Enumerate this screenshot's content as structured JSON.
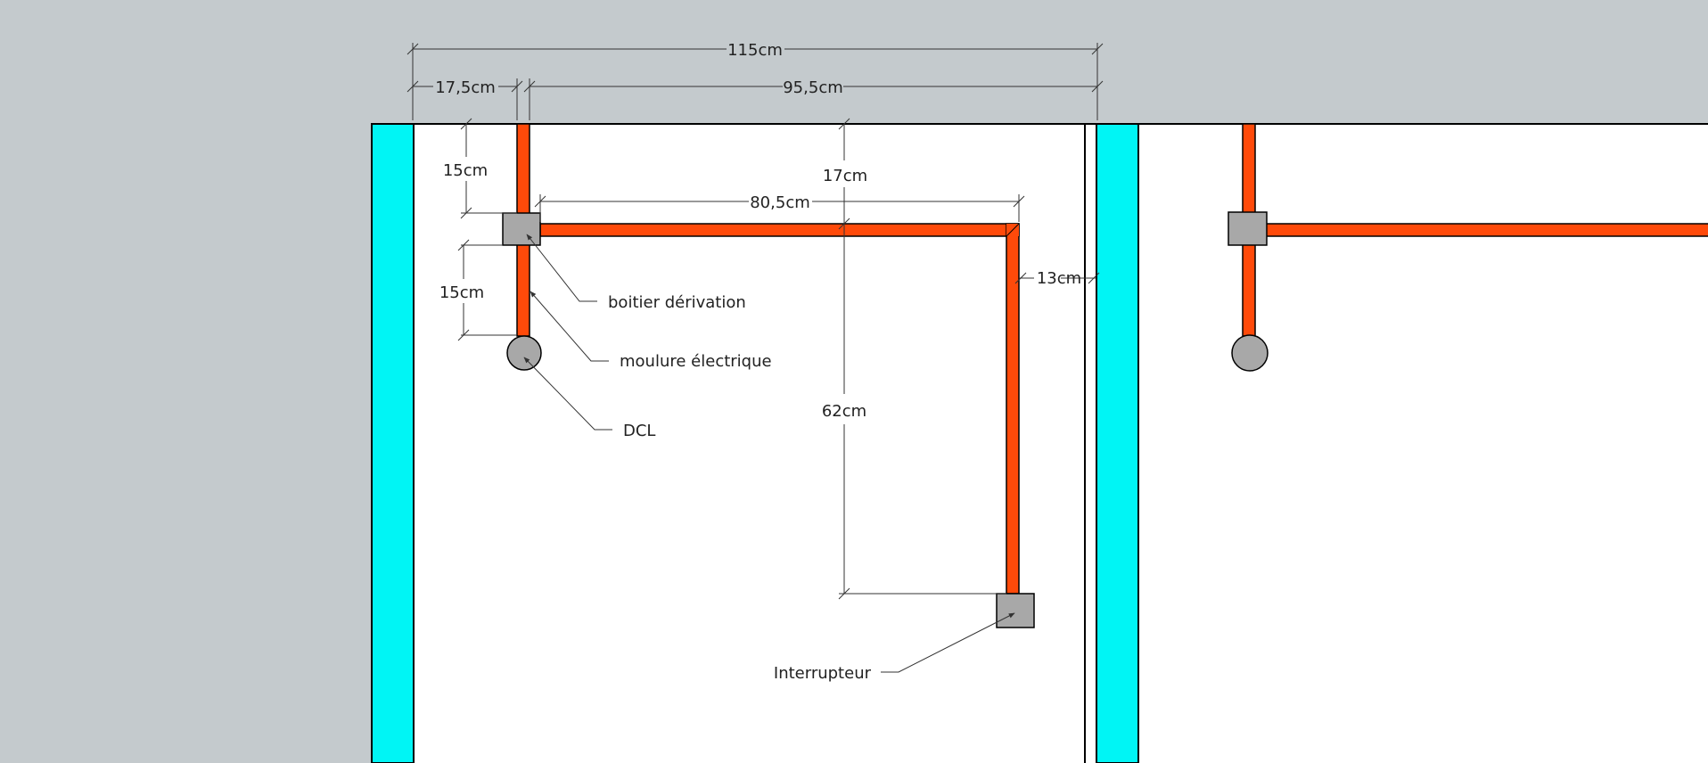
{
  "colors": {
    "background": "#c4cacd",
    "wall": "#00f5f5",
    "molding": "#ff4a0a",
    "box": "#a8a8a8",
    "room": "#ffffff"
  },
  "dimensions": {
    "total_width": "115cm",
    "left_offset": "17,5cm",
    "right_span": "95,5cm",
    "box_from_ceiling": "15cm",
    "dcl_from_box": "15cm",
    "junction_drop": "17cm",
    "horizontal_run": "80,5cm",
    "vertical_run": "62cm",
    "wall_gap": "13cm"
  },
  "labels": {
    "junction_box": "boitier dérivation",
    "molding": "moulure électrique",
    "dcl": "DCL",
    "switch": "Interrupteur"
  }
}
